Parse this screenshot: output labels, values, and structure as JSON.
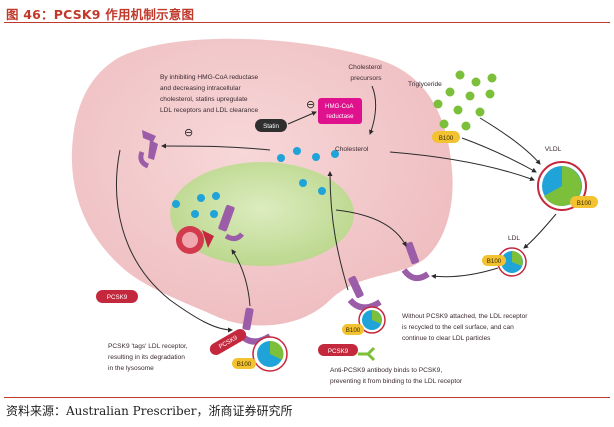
{
  "figure": {
    "title": "图 46：PCSK9 作用机制示意图",
    "source": "资料来源：Australian Prescriber，浙商证券研究所"
  },
  "diagram": {
    "statin_note": [
      "By inhibiting HMG-CoA reductase",
      "and decreasing intracellular",
      "cholesterol, statins upregulate",
      "LDL receptors and LDL clearance"
    ],
    "statin_label": "Statin",
    "hmgcoa_label": [
      "HMG-CoA",
      "reductase"
    ],
    "minus_symbol": "⊖",
    "cholesterol_precursors": [
      "Cholesterol",
      "precursors"
    ],
    "cholesterol": "Cholesterol",
    "triglyceride": "Triglyceride",
    "vldl": "VLDL",
    "ldl": "LDL",
    "b100": "B100",
    "pcsk9": "PCSK9",
    "recycle_note": [
      "Without PCSK9 attached, the LDL receptor",
      "is recycled to the cell surface, and can",
      "continue to clear LDL particles"
    ],
    "tags_note": [
      "PCSK9 'tags' LDL receptor,",
      "resulting in its degradation",
      "in the lysosome"
    ],
    "antibody_note": [
      "Anti-PCSK9 antibody binds to PCSK9,",
      "preventing it from binding to the LDL receptor"
    ]
  },
  "colors": {
    "title_red": "#c0392b",
    "cell_pink": "#f3c9cb",
    "nucleus_green": "#c9dea0",
    "receptor_purple": "#9b5ca8",
    "cholesterol_blue": "#1fa3d8",
    "triglyceride_green": "#7cbf3a",
    "b100_yellow": "#f2c230",
    "pcsk9_red": "#c4283c",
    "hmg_magenta": "#e0118d"
  }
}
